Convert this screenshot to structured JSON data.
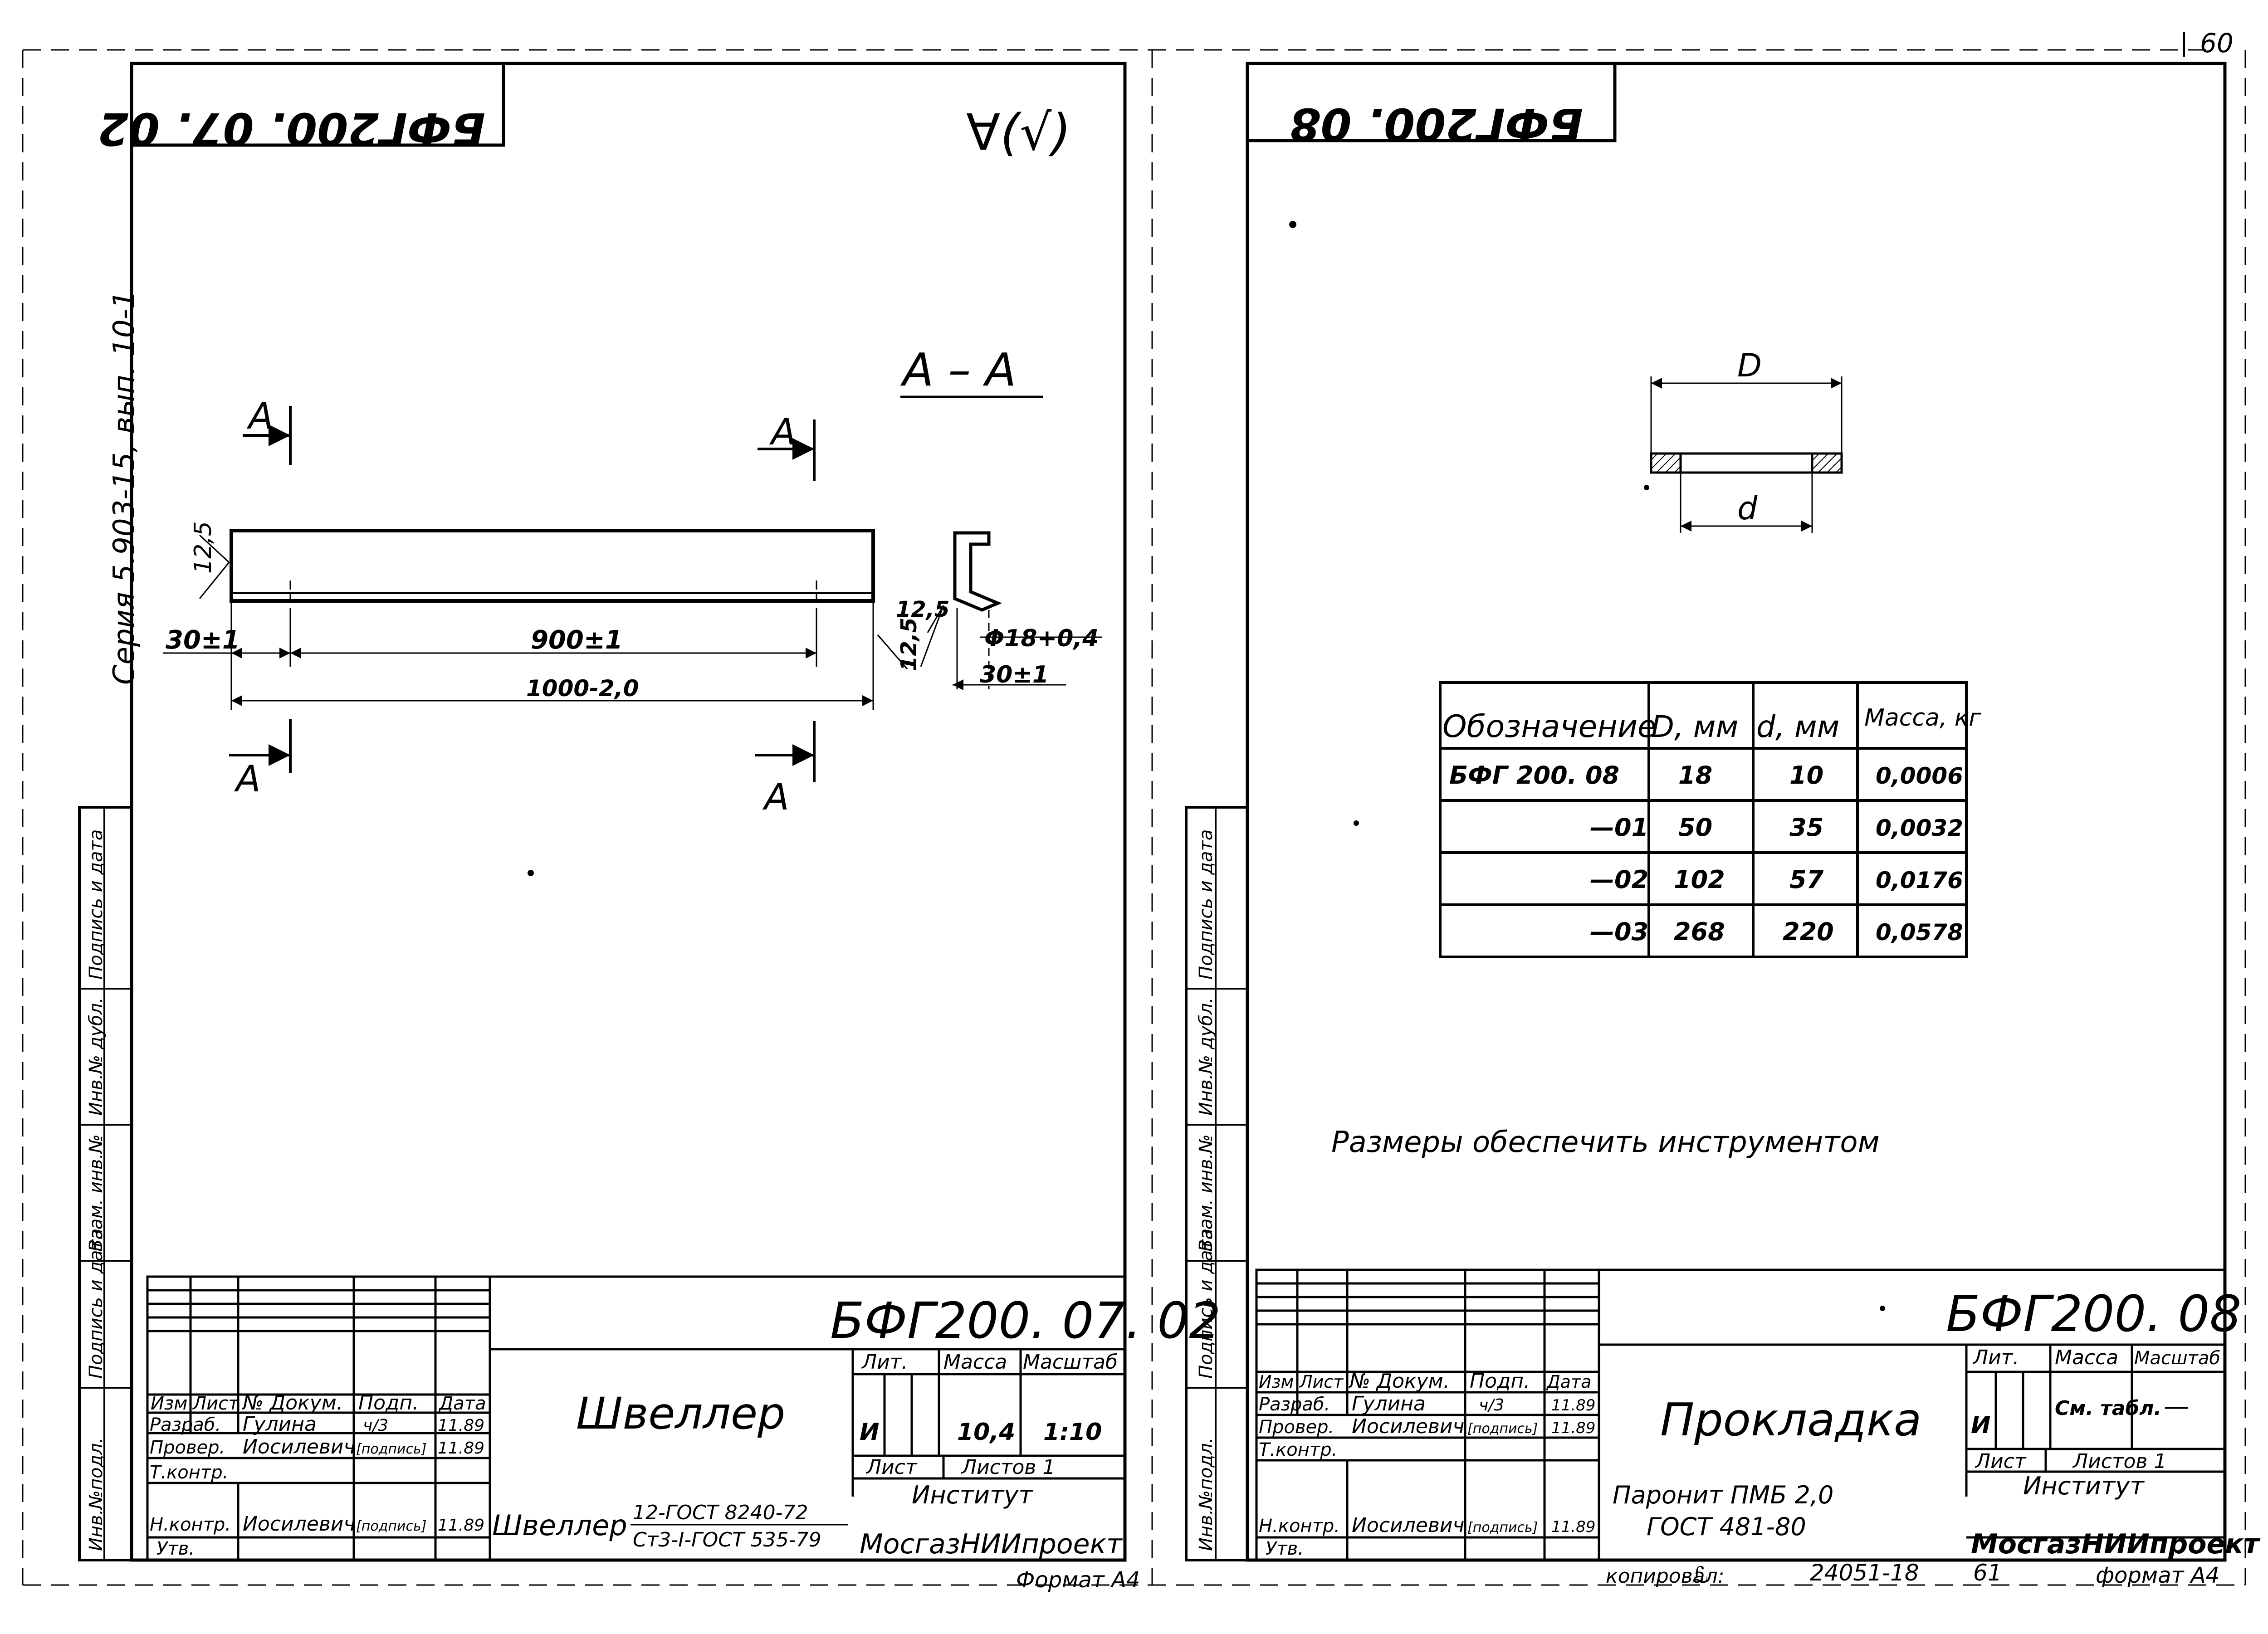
{
  "page_number": "60",
  "left": {
    "code_top": "БФГ200. 07. 02",
    "roughness": "∀(√)",
    "series": "Серия 5.903-15, вып. 10-1",
    "section_title": "А – А",
    "section_marks": [
      "А",
      "А",
      "А",
      "А"
    ],
    "dims": {
      "d125_left": "12,5",
      "d30_left": "30±1",
      "d900": "900±1",
      "d1000": "1000-2,0",
      "d125_a": "12,5",
      "d125_b": "12,5",
      "phi": "Φ18+0,4",
      "d30_right": "30±1"
    },
    "side_labels": [
      "Инв.№подл.",
      "Подпись и дата",
      "Взам. инв.№",
      "Инв.№ дубл.",
      "Подпись и дата"
    ],
    "tb": {
      "code": "БФГ200. 07. 02",
      "hdr": [
        "Изм",
        "Лист",
        "№ Докум.",
        "Подп.",
        "Дата"
      ],
      "rows": [
        {
          "role": "Разраб.",
          "name": "Гулина",
          "sign": "ч/3",
          "date": "11.89"
        },
        {
          "role": "Провер.",
          "name": "Иосилевич",
          "sign": "[подпись]",
          "date": "11.89"
        },
        {
          "role": "Т.контр.",
          "name": "",
          "sign": "",
          "date": ""
        },
        {
          "role": "Н.контр.",
          "name": "Иосилевич",
          "sign": "[подпись]",
          "date": "11.89"
        },
        {
          "role": "Утв.",
          "name": "",
          "sign": "",
          "date": ""
        }
      ],
      "name": "Швеллер",
      "lit_hdr": "Лит.",
      "mass_hdr": "Масса",
      "scale_hdr": "Масштаб",
      "lit": "И",
      "mass": "10,4",
      "scale": "1:10",
      "sheet": "Лист",
      "sheets": "Листов 1",
      "material_prefix": "Швеллер",
      "material_top": "12-ГОСТ 8240-72",
      "material_bottom": "Ст3-I-ГОСТ 535-79",
      "org1": "Институт",
      "org2": "МосгазНИИпроект",
      "format": "Формат А4"
    }
  },
  "right": {
    "code_top": "БФГ200. 08",
    "dim_D": "D",
    "dim_d": "d",
    "table": {
      "headers": [
        "Обозначение",
        "D, мм",
        "d, мм",
        "Масса, кг"
      ],
      "rows": [
        [
          "БФГ 200. 08",
          "18",
          "10",
          "0,0006"
        ],
        [
          "—01",
          "50",
          "35",
          "0,0032"
        ],
        [
          "—02",
          "102",
          "57",
          "0,0176"
        ],
        [
          "—03",
          "268",
          "220",
          "0,0578"
        ]
      ]
    },
    "note": "Размеры обеспечить инструментом",
    "side_labels": [
      "Инв.№подл.",
      "Подпись и дата",
      "Взам. инв.№",
      "Инв.№ дубл.",
      "Подпись и дата"
    ],
    "tb": {
      "code": "БФГ200. 08",
      "hdr": [
        "Изм",
        "Лист",
        "№ Докум.",
        "Подп.",
        "Дата"
      ],
      "rows": [
        {
          "role": "Разраб.",
          "name": "Гулина",
          "sign": "ч/3",
          "date": "11.89"
        },
        {
          "role": "Провер.",
          "name": "Иосилевич",
          "sign": "[подпись]",
          "date": "11.89"
        },
        {
          "role": "Т.контр.",
          "name": "",
          "sign": "",
          "date": ""
        },
        {
          "role": "Н.контр.",
          "name": "Иосилевич",
          "sign": "[подпись]",
          "date": "11.89"
        },
        {
          "role": "Утв.",
          "name": "",
          "sign": "",
          "date": ""
        }
      ],
      "name": "Прокладка",
      "lit_hdr": "Лит.",
      "mass_hdr": "Масса",
      "scale_hdr": "Масштаб",
      "lit": "И",
      "mass": "См. табл.",
      "scale": "—",
      "sheet": "Лист",
      "sheets": "Листов 1",
      "material_top": "Паронит ПМБ 2,0",
      "material_bottom": "ГОСТ 481-80",
      "org1": "Институт",
      "org2": "МосгазНИИпроект",
      "format": "формат А4"
    },
    "copied": "копировал:",
    "order": "24051-18",
    "sheet_no": "61"
  }
}
